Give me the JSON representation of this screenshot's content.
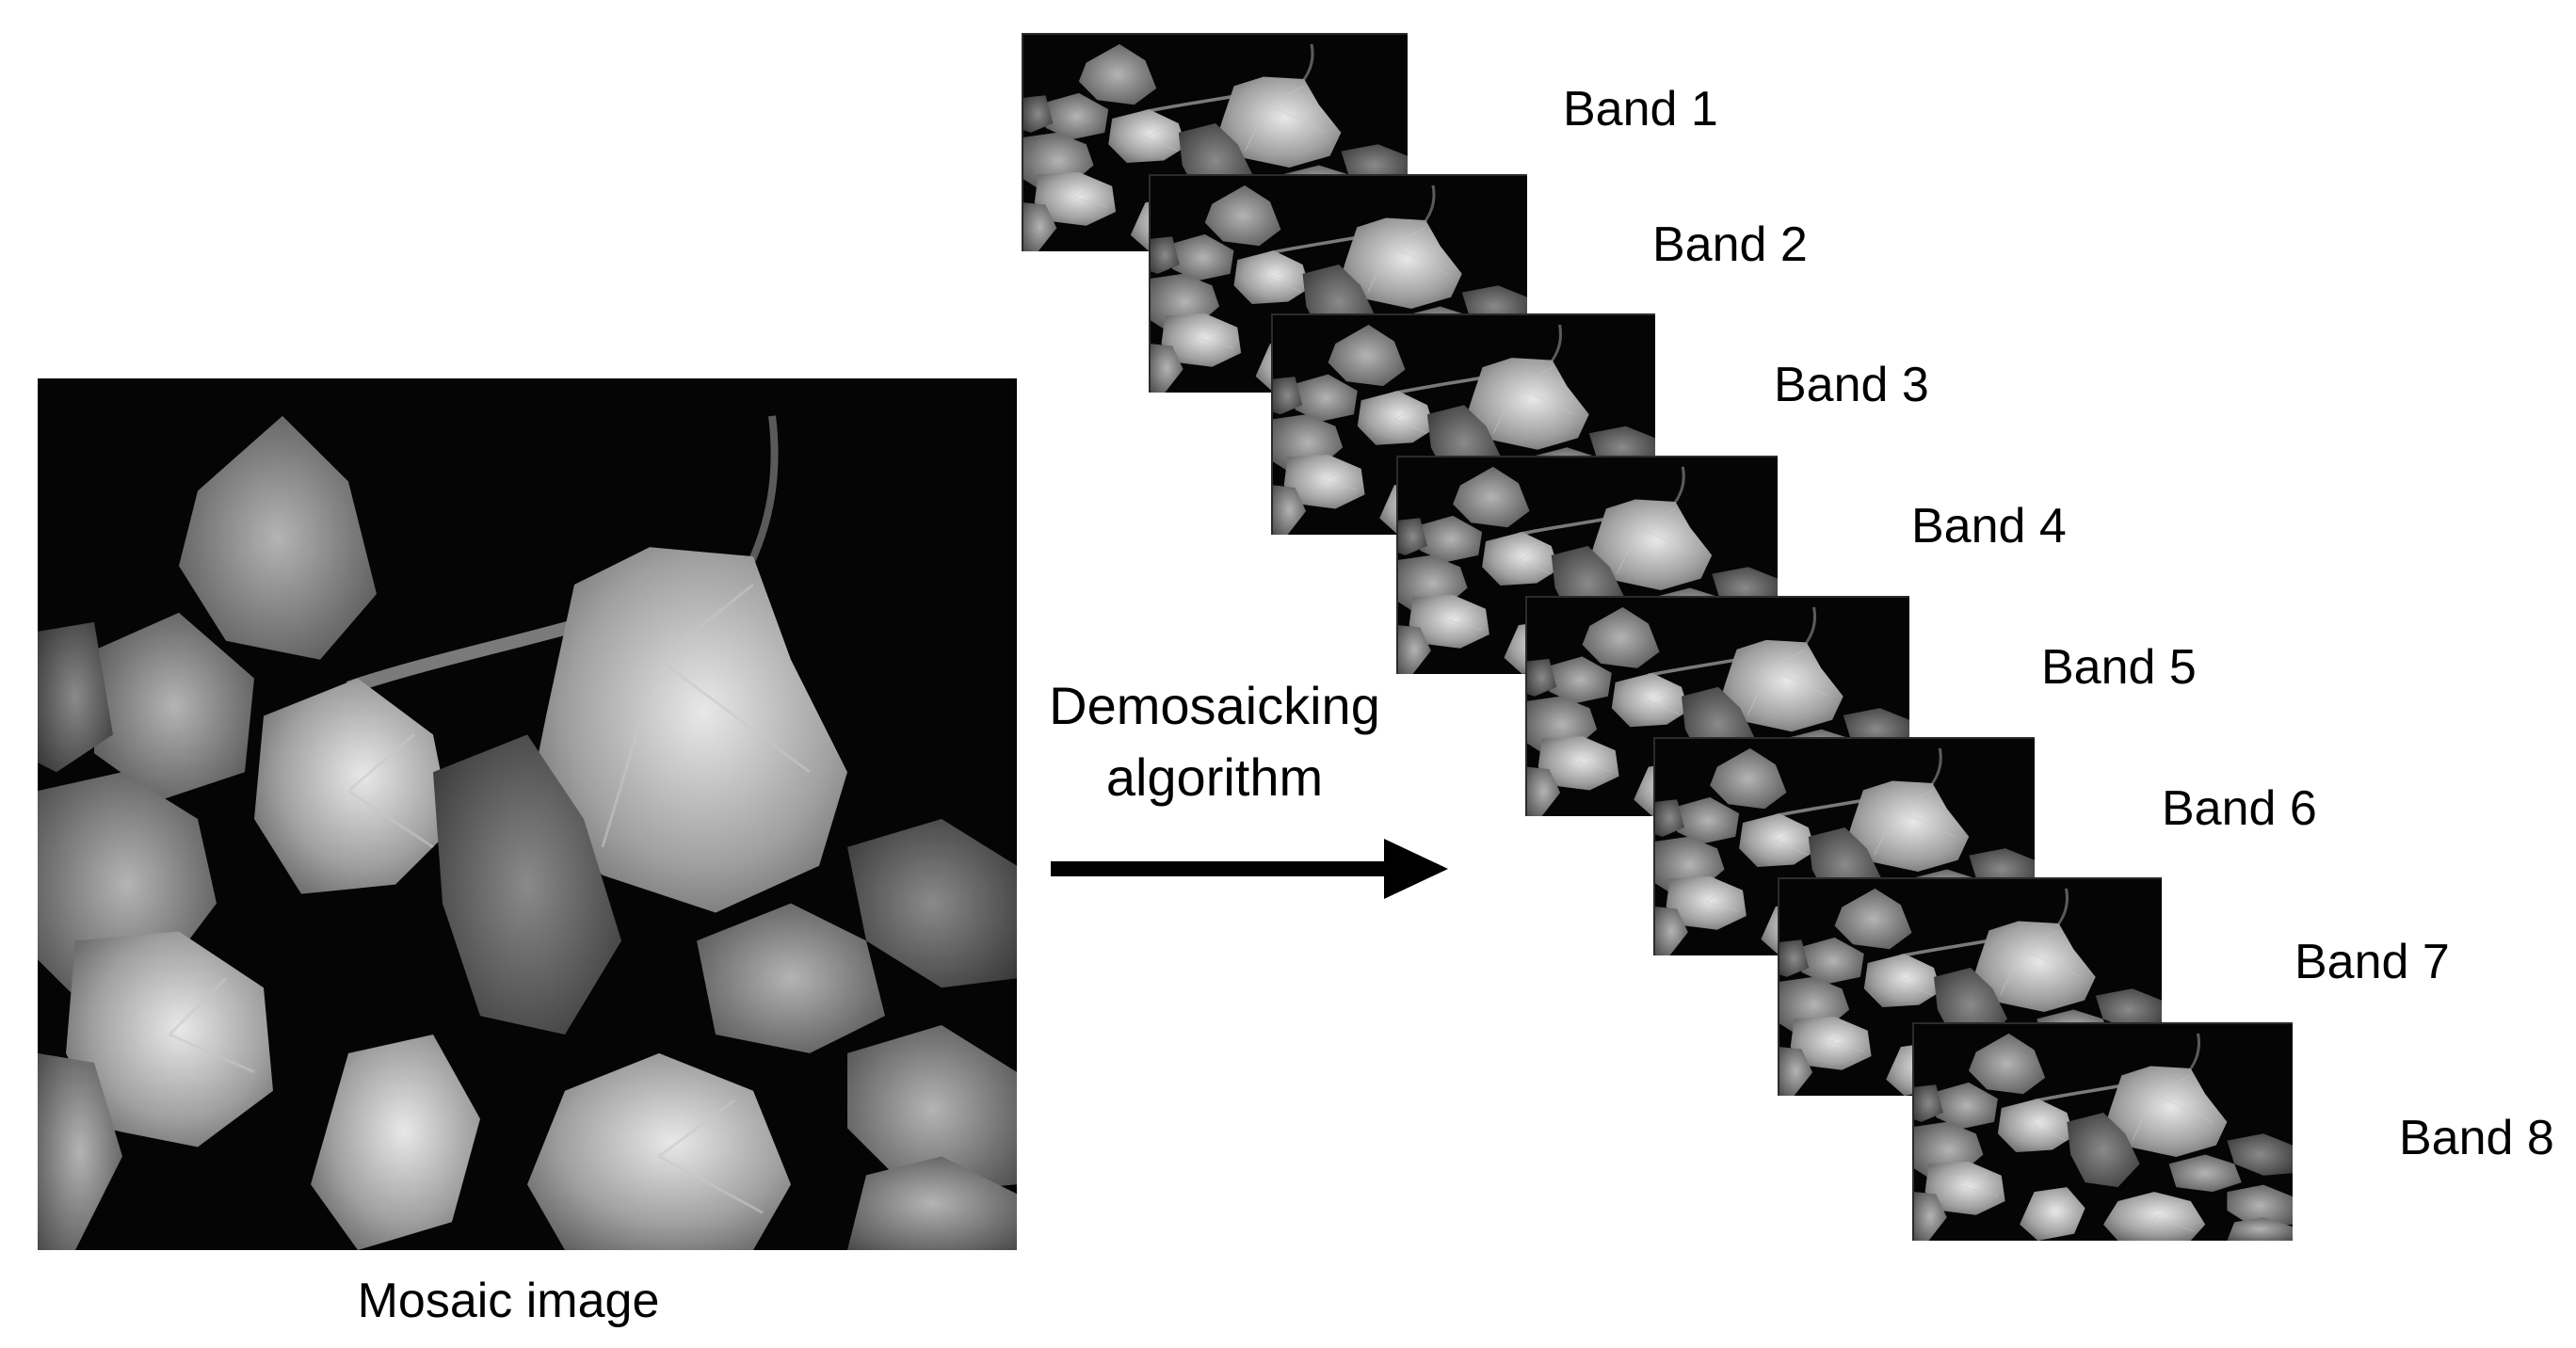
{
  "mosaic": {
    "caption": "Mosaic image"
  },
  "process": {
    "line1": "Demosaicking",
    "line2": "algorithm"
  },
  "bands": [
    {
      "label": "Band 1"
    },
    {
      "label": "Band 2"
    },
    {
      "label": "Band 3"
    },
    {
      "label": "Band 4"
    },
    {
      "label": "Band 5"
    },
    {
      "label": "Band 6"
    },
    {
      "label": "Band 7"
    },
    {
      "label": "Band 8"
    }
  ],
  "colors": {
    "background": "#ffffff",
    "image_background": "#000000",
    "arrow": "#000000",
    "text": "#000000"
  }
}
